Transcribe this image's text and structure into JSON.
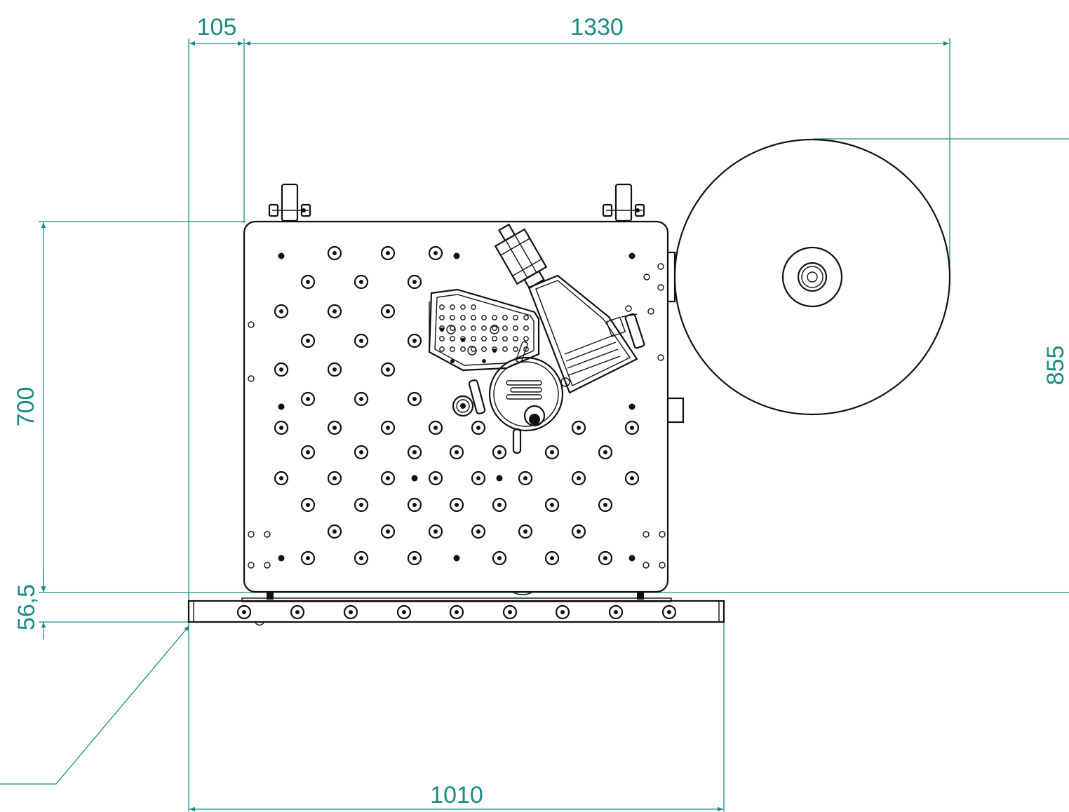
{
  "colors": {
    "dimension": "#1f8a82",
    "outline": "#111111",
    "background": "#ffffff"
  },
  "dimensions": {
    "offset_left": "105",
    "overall_width": "1330",
    "body_height": "700",
    "overall_height": "855",
    "base_height": "56,5",
    "base_width": "1010"
  }
}
